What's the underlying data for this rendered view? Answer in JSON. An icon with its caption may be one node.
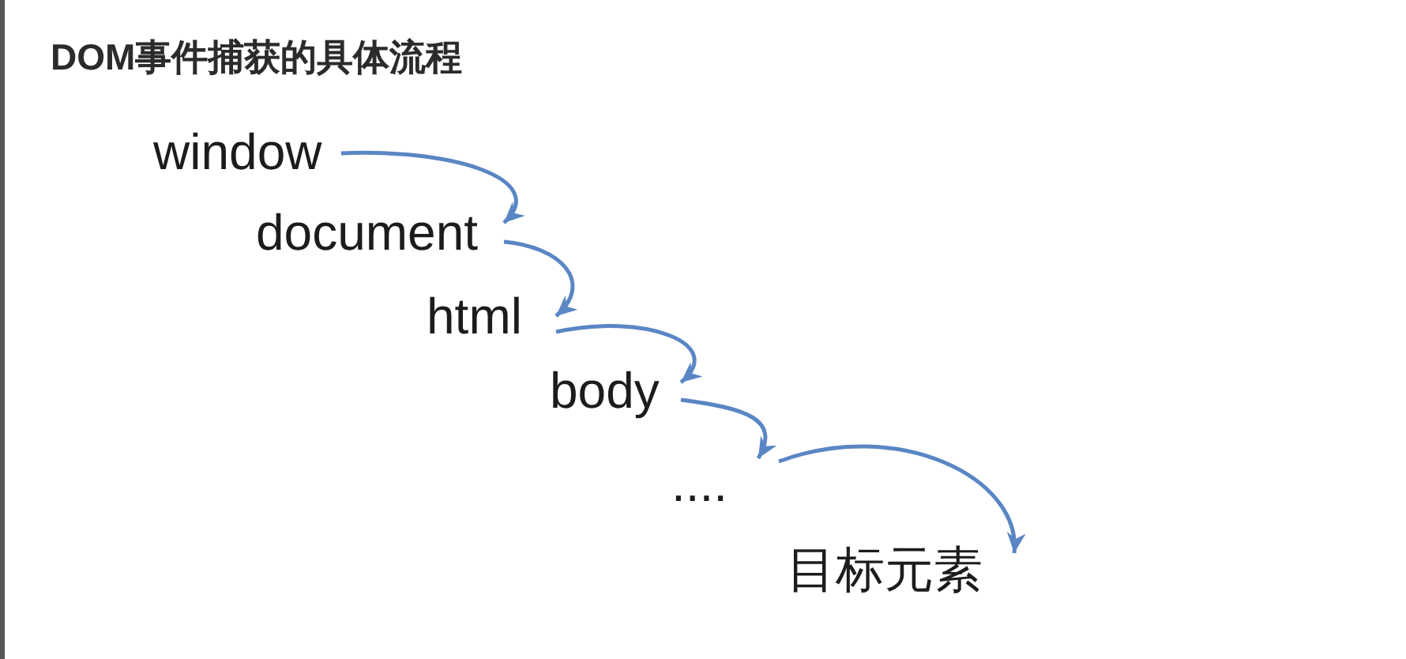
{
  "diagram": {
    "title": "DOM事件捕获的具体流程",
    "nodes": [
      {
        "text": [
          "window"
        ]
      },
      {
        "text": [
          "document"
        ]
      },
      {
        "text": [
          "html"
        ]
      },
      {
        "text": [
          "body"
        ]
      },
      {
        "text": [
          "...."
        ]
      },
      {
        "text": [
          "目标元素"
        ]
      }
    ],
    "edges": [
      {
        "from": 0,
        "to": 1,
        "arrow": "to"
      },
      {
        "from": 1,
        "to": 2,
        "arrow": "to"
      },
      {
        "from": 2,
        "to": 3,
        "arrow": "to"
      },
      {
        "from": 3,
        "to": 4,
        "arrow": "to"
      },
      {
        "from": 4,
        "to": 5,
        "arrow": "to"
      }
    ]
  }
}
